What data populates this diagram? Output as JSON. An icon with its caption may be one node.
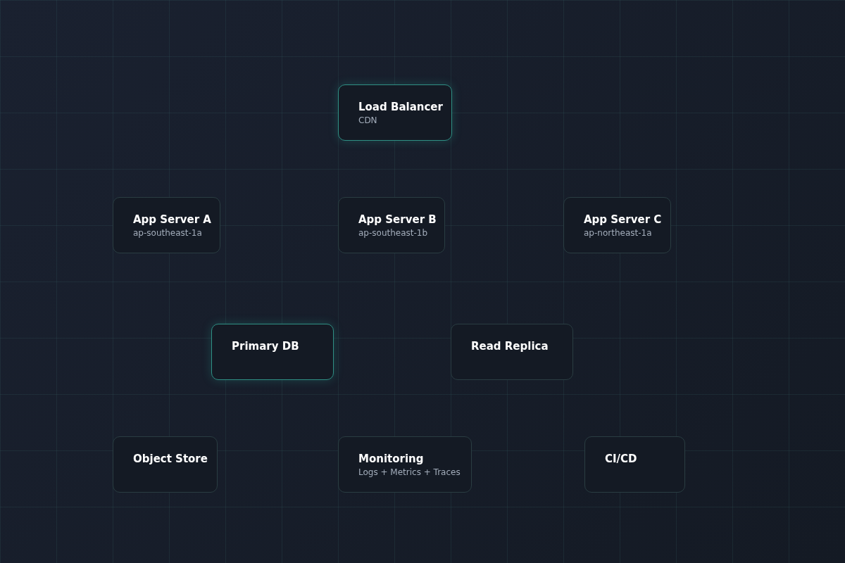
{
  "diagram": {
    "nodes": [
      {
        "text": [
          "Load Balancer",
          "CDN"
        ]
      },
      {
        "text": [
          "App Server A",
          "ap-southeast-1a"
        ]
      },
      {
        "text": [
          "App Server B",
          "ap-southeast-1b"
        ]
      },
      {
        "text": [
          "App Server C",
          "ap-northeast-1a"
        ]
      },
      {
        "text": [
          "Primary DB"
        ]
      },
      {
        "text": [
          "Read Replica"
        ]
      },
      {
        "text": [
          "Object Store"
        ]
      },
      {
        "text": [
          "Monitoring",
          "Logs + Metrics + Traces"
        ]
      },
      {
        "text": [
          "CI/CD"
        ]
      }
    ]
  }
}
